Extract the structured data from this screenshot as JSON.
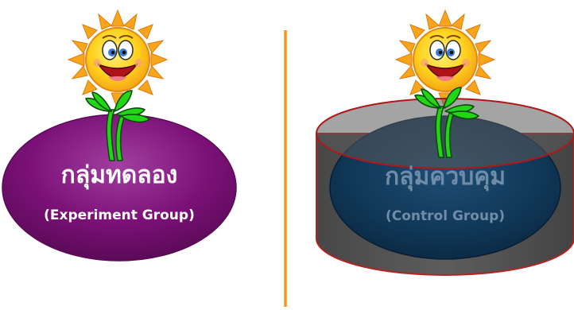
{
  "colors": {
    "divider": "#F7941D",
    "experiment_fill": "#7B1177",
    "control_fill": "#0F3554",
    "control_text": "#6F8DA8",
    "cover_fill": "#4A4A4A",
    "cover_stroke": "#B01818",
    "sprout": "#22D616",
    "sun_face": "#FFD21E",
    "sun_ray": "#F7A51A"
  },
  "groups": [
    {
      "id": "experiment",
      "title": "กลุ่มทดลอง",
      "subtitle": "(Experiment Group)"
    },
    {
      "id": "control",
      "title": "กลุ่มควบคุม",
      "subtitle": "(Control Group)"
    }
  ]
}
